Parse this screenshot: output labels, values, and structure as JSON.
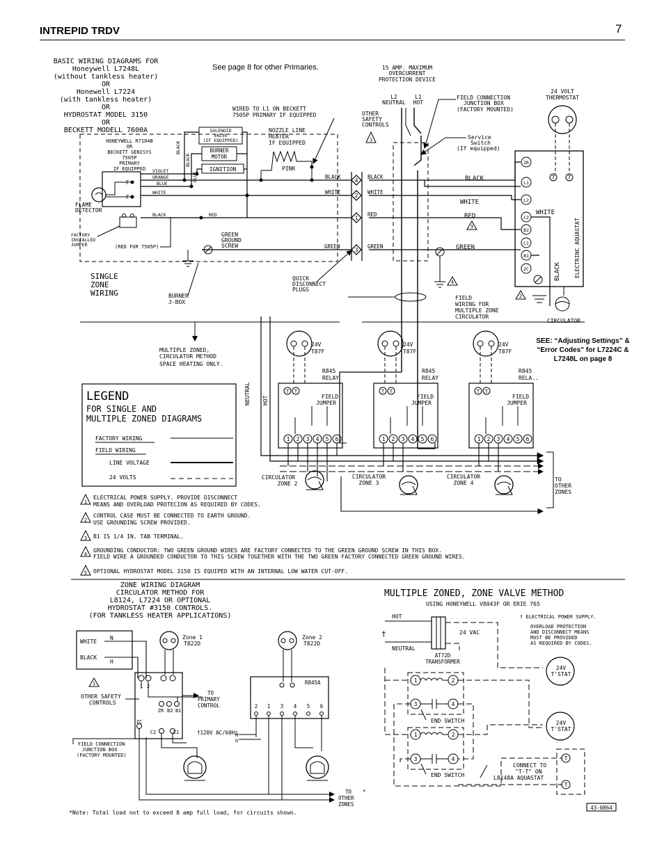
{
  "header": {
    "title": "INTREPID TRDV",
    "page_number": "7"
  },
  "top_note": "See page 8 for other Primaries.",
  "see_note": "SEE: “Adjusting Settings” & “Error Codes” for L7224C & L7248L on page 8",
  "diagram1": {
    "title": [
      "BASIC WIRING DIAGRAMS FOR",
      "Honeywell L7248L",
      "(without tankless heater)",
      "OR",
      "Honewell L7224",
      "(with tankless heater)",
      "OR",
      "HYDROSTAT MODEL 3150",
      "OR",
      "BECKETT MODELL 7600A"
    ],
    "primary_label": [
      "HONEYWELL R7184B",
      "OR",
      "BECKETT GENISYS",
      "7505P",
      "PRIMARY",
      "IF EQUIPPED"
    ],
    "overcurrent": [
      "15 AMP. MAXIMUM",
      "OVERCURRENT",
      "PROTECTION DEVICE"
    ],
    "l2_neutral": [
      "L2",
      "NEUTRAL"
    ],
    "l1_hot": [
      "L1",
      "HOT"
    ],
    "field_conn": [
      "FIELD CONNECTION",
      "JUNCTION BOX",
      "(FACTORY MOUNTED)"
    ],
    "thermostat": [
      "24 VOLT",
      "THERMOSTAT"
    ],
    "wired_to_l1": [
      "WIRED TO L1 ON BECKETT",
      "7505P PRIMARY IF EQUIPPED"
    ],
    "other_safety": [
      "OTHER",
      "SAFETY",
      "CONTROLS"
    ],
    "solenoid": [
      "SOLENOID",
      "VALVE",
      "(IF EQUIPPED)"
    ],
    "burner_motor": [
      "BURNER",
      "MOTOR"
    ],
    "ignition": "IGNITION",
    "nozzle": [
      "NOZZLE LINE",
      "HEATER",
      "IF EQUIPPED"
    ],
    "service_switch": [
      "Service",
      "Switch",
      "(If equipped)"
    ],
    "violet": "VIOLET",
    "orange": "ORANGE",
    "blue": "BLUE",
    "white": "WHITE",
    "black": "BLACK",
    "red": "RED",
    "green": "GREEN",
    "pink": "PINK",
    "f_label": "F",
    "flame_detector": [
      "FLAME",
      "DETECTOR"
    ],
    "factory_jumper": [
      "FACTORY",
      "INSTALLED",
      "JUMPER"
    ],
    "red_for": "(RED FOR 7505P)",
    "green_screw": [
      "GREEN",
      "GROUND",
      "SCREW"
    ],
    "single_zone": [
      "SINGLE",
      "ZONE",
      "WIRING"
    ],
    "burner_jbox": [
      "BURNER",
      "J-BOX"
    ],
    "quick_disconnect": [
      "QUICK",
      "DISCONNECT",
      "PLUGS"
    ],
    "field_wiring_circ": [
      "FIELD",
      "WIRING FOR",
      "MULTIPLE ZONE",
      "CIRCULATOR"
    ],
    "aquastat": "ELECTRINC AQUASTAT",
    "circulator": "CIRCULATOR",
    "terminals": [
      "ZR",
      "L1",
      "L2",
      "C2",
      "B2",
      "C1",
      "B1",
      "ZC"
    ],
    "t": "T",
    "plug_numbers": [
      "4",
      "2",
      "1",
      "3"
    ],
    "multiple_zoned": [
      "MULTIPLE ZONED,",
      "CIRCULATOR METHOD",
      "SPACE HEATING ONLY."
    ],
    "thermostat_zone": [
      "24V",
      "T87F"
    ],
    "relay": [
      "R845",
      "RELAY"
    ],
    "relay_clip": [
      "R845",
      "RELA.."
    ],
    "field_jumper": [
      "FIELD",
      "JUMPER"
    ],
    "relay_terms": [
      "1",
      "2",
      "3",
      "4",
      "5",
      "6"
    ],
    "neutral": "NEUTRAL",
    "hot": "HOT",
    "circ_zone2": [
      "CIRCULATOR",
      "ZONE 2"
    ],
    "circ_zone3": [
      "CIRCULATOR",
      "ZONE 3"
    ],
    "circ_zone4": [
      "CIRCULATOR",
      "ZONE 4"
    ],
    "to_other_zones": [
      "TO",
      "OTHER",
      "ZONES"
    ]
  },
  "legend": {
    "title": "LEGEND",
    "subtitle": [
      "FOR SINGLE AND",
      "MULTIPLE ZONED DIAGRAMS"
    ],
    "items": [
      "FACTORY WIRING",
      "FIELD WIRING",
      "LINE VOLTAGE",
      "24 VOLTS"
    ]
  },
  "notes": [
    {
      "num": "1",
      "lines": [
        "ELECTRICAL POWER SUPPLY. PROVIDE DISCONNECT",
        "MEANS AND OVERLOAD PROTECION AS REQUIRED BY CODES."
      ]
    },
    {
      "num": "2",
      "lines": [
        "CONTROL CASE MUST BE CONNECTED TO EARTH GROUND.",
        "USE GROUNDING SCREW PROVIDED."
      ]
    },
    {
      "num": "3",
      "lines": [
        "B1 IS 1/4 IN. TAB TERMINAL."
      ]
    },
    {
      "num": "4",
      "lines": [
        "GROUNDING CONDUCTOR:  TWO GREEN GROUND WIRES ARE FACTORY CONNECTED TO THE GREEN GROUND SCREW IN THIS BOX.",
        "FIELD WIRE A GROUNDED CONDUCTOR TO THIS SCREW TOGETHER WITH THE TWO GREEN FACTORY CONNECTED GREEN GROUND WIRES."
      ]
    },
    {
      "num": "5",
      "lines": [
        "OPTIONAL HYDROSTAT MODEL 3150 IS EQUIPED WITH AN INTERNAL LOW WATER CUT-OFF."
      ]
    }
  ],
  "zone_diagram": {
    "title": [
      "ZONE WIRING DIAGRAM",
      "CIRCULATOR METHOD FOR",
      "L8124, L7224 OR OPTIONAL",
      "HYDROSTAT #3150 CONTROLS.",
      "(FOR TANKLESS HEATER APPLICATIONS)"
    ],
    "white": "WHITE",
    "n": "N",
    "black": "BLACK",
    "h": "H",
    "zone1": [
      "Zone 1",
      "T822D"
    ],
    "zone2": [
      "Zone 2",
      "T822D"
    ],
    "r845a": "R845A",
    "terms_top": [
      "1",
      "2"
    ],
    "zr_b2_b1": [
      "ZR",
      "B2",
      "B1"
    ],
    "zc": "ZC",
    "c2": "C2",
    "c1": "C1",
    "to_primary": [
      "TO",
      "PRIMARY",
      "CONTROL"
    ],
    "other_safety": [
      "OTHER SAFETY",
      "CONTROLS"
    ],
    "field_conn": [
      "FIELD CONNECTION",
      "JUNCTION BOX",
      "(FACTORY MOUNTED)"
    ],
    "power": "†120V AC/60Hz",
    "h_label": "H",
    "g_label": "G",
    "relay_terms": [
      "2",
      "1",
      "3",
      "4",
      "5",
      "6"
    ],
    "to_other": [
      "TO",
      "OTHER",
      "ZONES"
    ],
    "asterisk": "*",
    "footnote": "*Note: Total load not to exceed 8 amp full load, for circuits shown."
  },
  "valve_diagram": {
    "title": "MULTIPLE ZONED, ZONE VALVE METHOD",
    "subtitle": "USING HONEYWELL V8043F OR ERIE 765",
    "hot": "HOT",
    "neutral": "NEUTRAL",
    "dagger": "†",
    "vac": "24 VAC",
    "transformer": [
      "AT72D",
      "TRANSFORMER"
    ],
    "power_note": [
      "† ELECTRICAL POWER SUPPLY.",
      "OVERLOAD PROTECTION",
      "AND DISCONNECT MEANS",
      "MUST BE PROVIDED",
      "AS REQUIRED BY CODES."
    ],
    "tstat": [
      "24V",
      "T'STAT"
    ],
    "end_switch": "END SWITCH",
    "connect": [
      "CONNECT TO",
      "\"T-T\" ON",
      "L8148A AQUASTAT"
    ],
    "terms": [
      "1",
      "2",
      "3",
      "4"
    ],
    "t": "T",
    "code": "43-0864"
  }
}
